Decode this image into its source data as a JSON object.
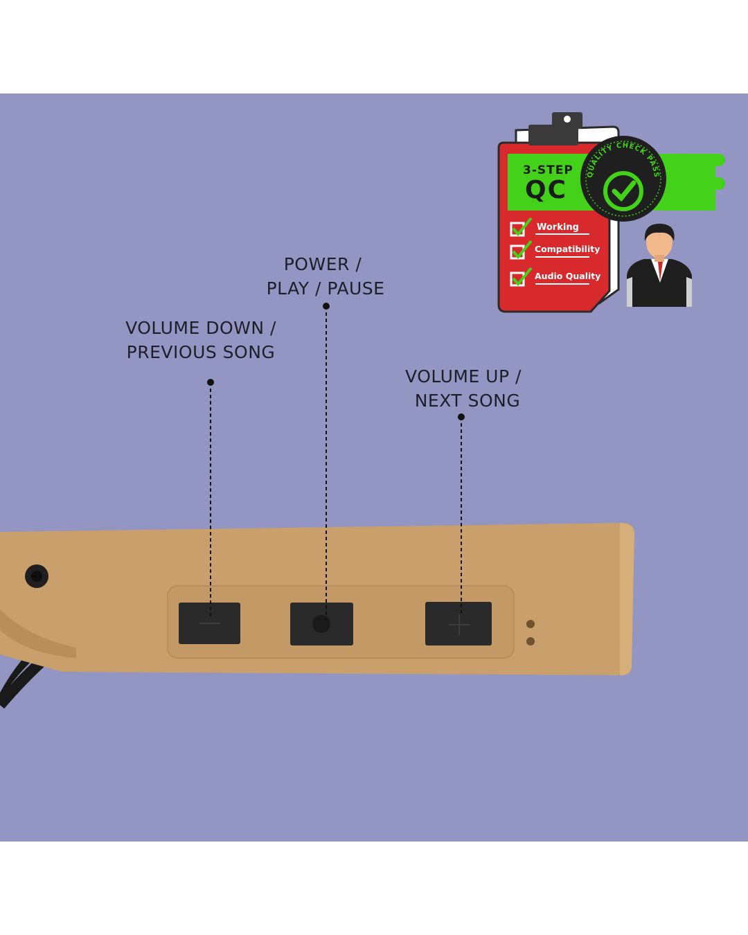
{
  "callouts": {
    "power": {
      "line1": "POWER /",
      "line2": "PLAY / PAUSE"
    },
    "volume_down": {
      "line1": "VOLUME DOWN /",
      "line2": "PREVIOUS SONG"
    },
    "volume_up": {
      "line1": "VOLUME UP /",
      "line2": "NEXT SONG"
    }
  },
  "qc_badge": {
    "header_small": "3-STEP",
    "header_large": "QC",
    "checklist": [
      "Working",
      "Compatibility",
      "Audio Quality"
    ],
    "seal_text": "QUALITY CHECK PASS"
  },
  "colors": {
    "background_panel": "#9396c2",
    "device_body": "#c9a06b",
    "button": "#2a2a2a",
    "qc_red": "#d8292c",
    "qc_green": "#43d11a"
  },
  "icons": [
    "check-box-icon",
    "check-circle-icon",
    "person-icon",
    "clipboard-icon"
  ]
}
